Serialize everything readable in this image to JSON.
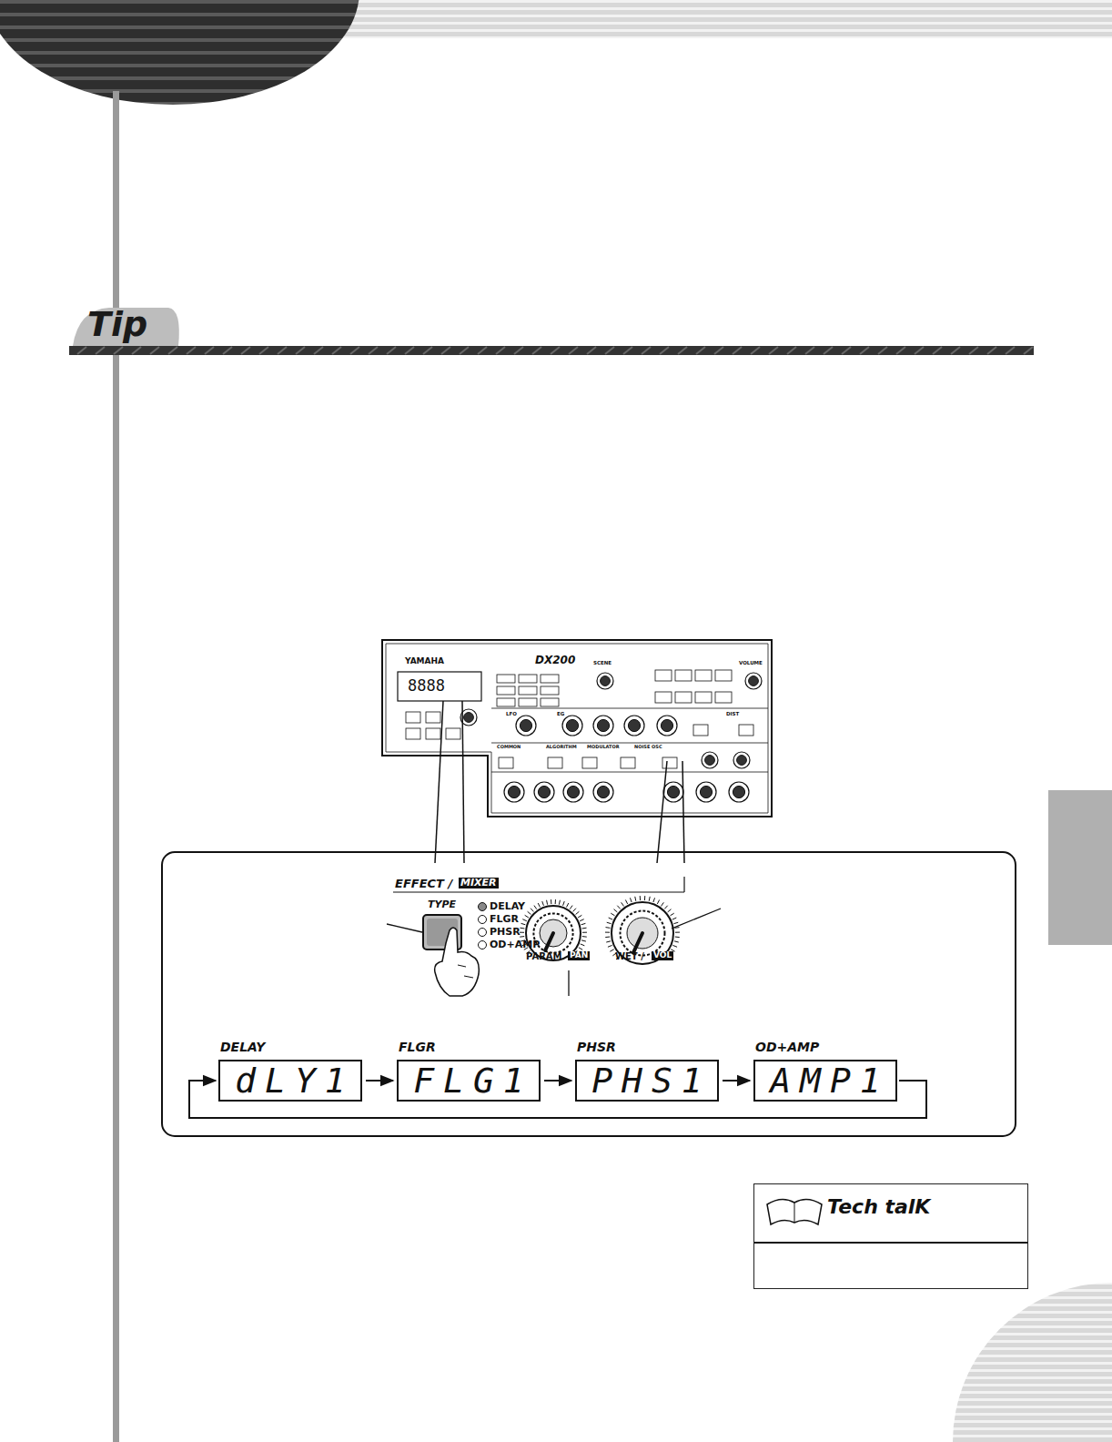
{
  "diagram": {
    "nodes": [
      {
        "text": [
          "DELAY",
          "dLY1"
        ]
      },
      {
        "text": [
          "FLGR",
          "FLG1"
        ]
      },
      {
        "text": [
          "PHSR",
          "PHS1"
        ]
      },
      {
        "text": [
          "OD+AMP",
          "AMP1"
        ]
      },
      {
        "text": [
          "Tech talK"
        ]
      }
    ],
    "edges": [
      {
        "from": 0,
        "to": 1,
        "arrow": "to"
      },
      {
        "from": 1,
        "to": 2,
        "arrow": "to"
      },
      {
        "from": 2,
        "to": 3,
        "arrow": "to"
      },
      {
        "from": 3,
        "to": 0,
        "arrow": "to"
      }
    ],
    "labels": [
      "Tip",
      "YAMAHA",
      "DX200",
      "8888",
      "SCENE",
      "VOLUME",
      "LFO",
      "EG",
      "COMMON",
      "ALGORITHM",
      "MODULATOR",
      "NOISE OSC",
      "DIST",
      "EFFECT /",
      "MIXER",
      "TYPE",
      "DELAY",
      "FLGR",
      "PHSR",
      "OD+AMP",
      "PARAM",
      "PAN",
      "WET /",
      "VOL"
    ]
  }
}
